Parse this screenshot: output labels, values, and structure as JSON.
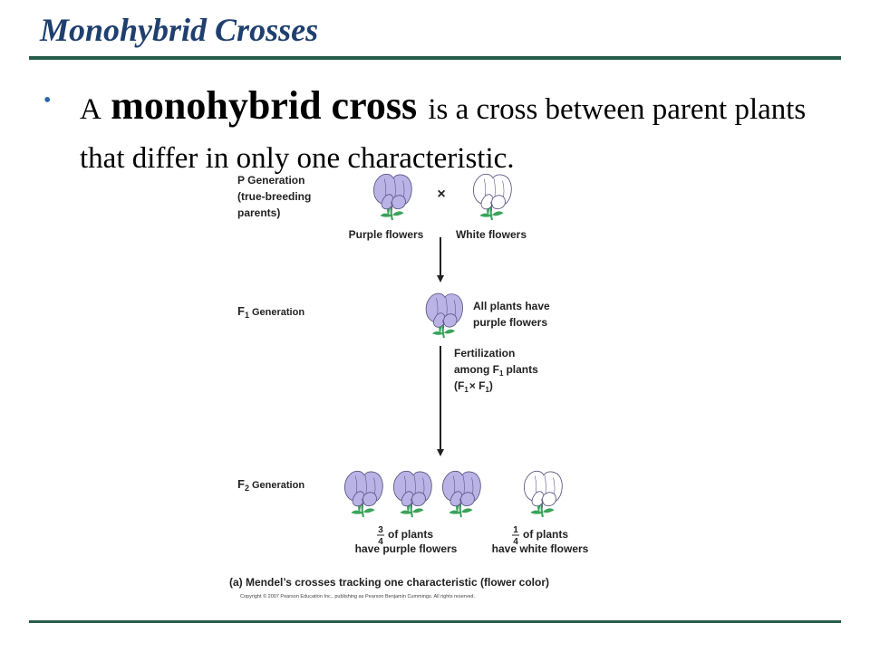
{
  "slide": {
    "title": "Monohybrid Crosses",
    "bullet": {
      "lead": "A",
      "term": "monohybrid cross",
      "rest": "is a cross between parent plants that differ in only one characteristic."
    }
  },
  "figure": {
    "p_generation": {
      "label_line1": "P Generation",
      "label_line2": "(true-breeding",
      "label_line3": "parents)",
      "cross_symbol": "×",
      "purple_label": "Purple flowers",
      "white_label": "White flowers"
    },
    "f1_generation": {
      "label_main": "F",
      "label_sub": "1",
      "label_rest": "Generation",
      "result_line1": "All plants have",
      "result_line2": "purple flowers"
    },
    "fertilization": {
      "line1": "Fertilization",
      "line2_a": "among F",
      "line2_sub": "1",
      "line2_b": "plants",
      "line3_a": "(F",
      "line3_sub1": "1",
      "line3_x": "× F",
      "line3_sub2": "1",
      "line3_b": ")"
    },
    "f2_generation": {
      "label_main": "F",
      "label_sub": "2",
      "label_rest": "Generation",
      "purple_num": "3",
      "purple_den": "4",
      "purple_line1": "of plants",
      "purple_line2": "have purple flowers",
      "white_num": "1",
      "white_den": "4",
      "white_line1": "of plants",
      "white_line2": "have white flowers"
    },
    "caption": "(a) Mendel’s crosses tracking one characteristic (flower color)",
    "copyright": "Copyright © 2007 Pearson Education Inc., publishing as Pearson Benjamin Cummings. All rights reserved."
  },
  "colors": {
    "title": "#1f3f6f",
    "rule": "#275b4a",
    "bullet": "#2a66b0",
    "purple_flower": "#b9b3e6",
    "white_flower": "#ffffff",
    "stem": "#3aa35a"
  }
}
